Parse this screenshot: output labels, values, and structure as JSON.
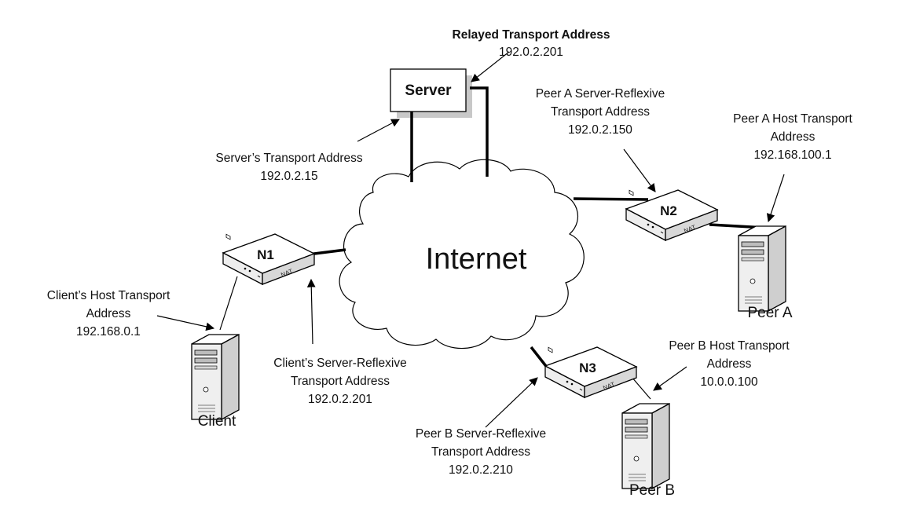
{
  "cloud": {
    "label": "Internet"
  },
  "server": {
    "label": "Server"
  },
  "nats": [
    {
      "id": "N1",
      "tag": "NAT"
    },
    {
      "id": "N2",
      "tag": "NAT"
    },
    {
      "id": "N3",
      "tag": "NAT"
    }
  ],
  "hosts": {
    "client": "Client",
    "peer_a": "Peer A",
    "peer_b": "Peer B"
  },
  "annotations": {
    "relayed": {
      "title": "Relayed Transport Address",
      "ip": "192.0.2.201"
    },
    "server_addr": {
      "line1": "Server’s Transport Address",
      "ip": "192.0.2.15"
    },
    "peer_a_srflx": {
      "line1": "Peer A Server-Reflexive",
      "line2": "Transport Address",
      "ip": "192.0.2.150"
    },
    "peer_a_host": {
      "line1": "Peer A Host Transport",
      "line2": "Address",
      "ip": "192.168.100.1"
    },
    "client_host": {
      "line1": "Client’s Host Transport",
      "line2": "Address",
      "ip": "192.168.0.1"
    },
    "client_srflx": {
      "line1": "Client’s Server-Reflexive",
      "line2": "Transport Address",
      "ip": "192.0.2.201"
    },
    "peer_b_host": {
      "line1": "Peer B Host Transport",
      "line2": "Address",
      "ip": "10.0.0.100"
    },
    "peer_b_srflx": {
      "line1": "Peer B Server-Reflexive",
      "line2": "Transport Address",
      "ip": "192.0.2.210"
    }
  }
}
